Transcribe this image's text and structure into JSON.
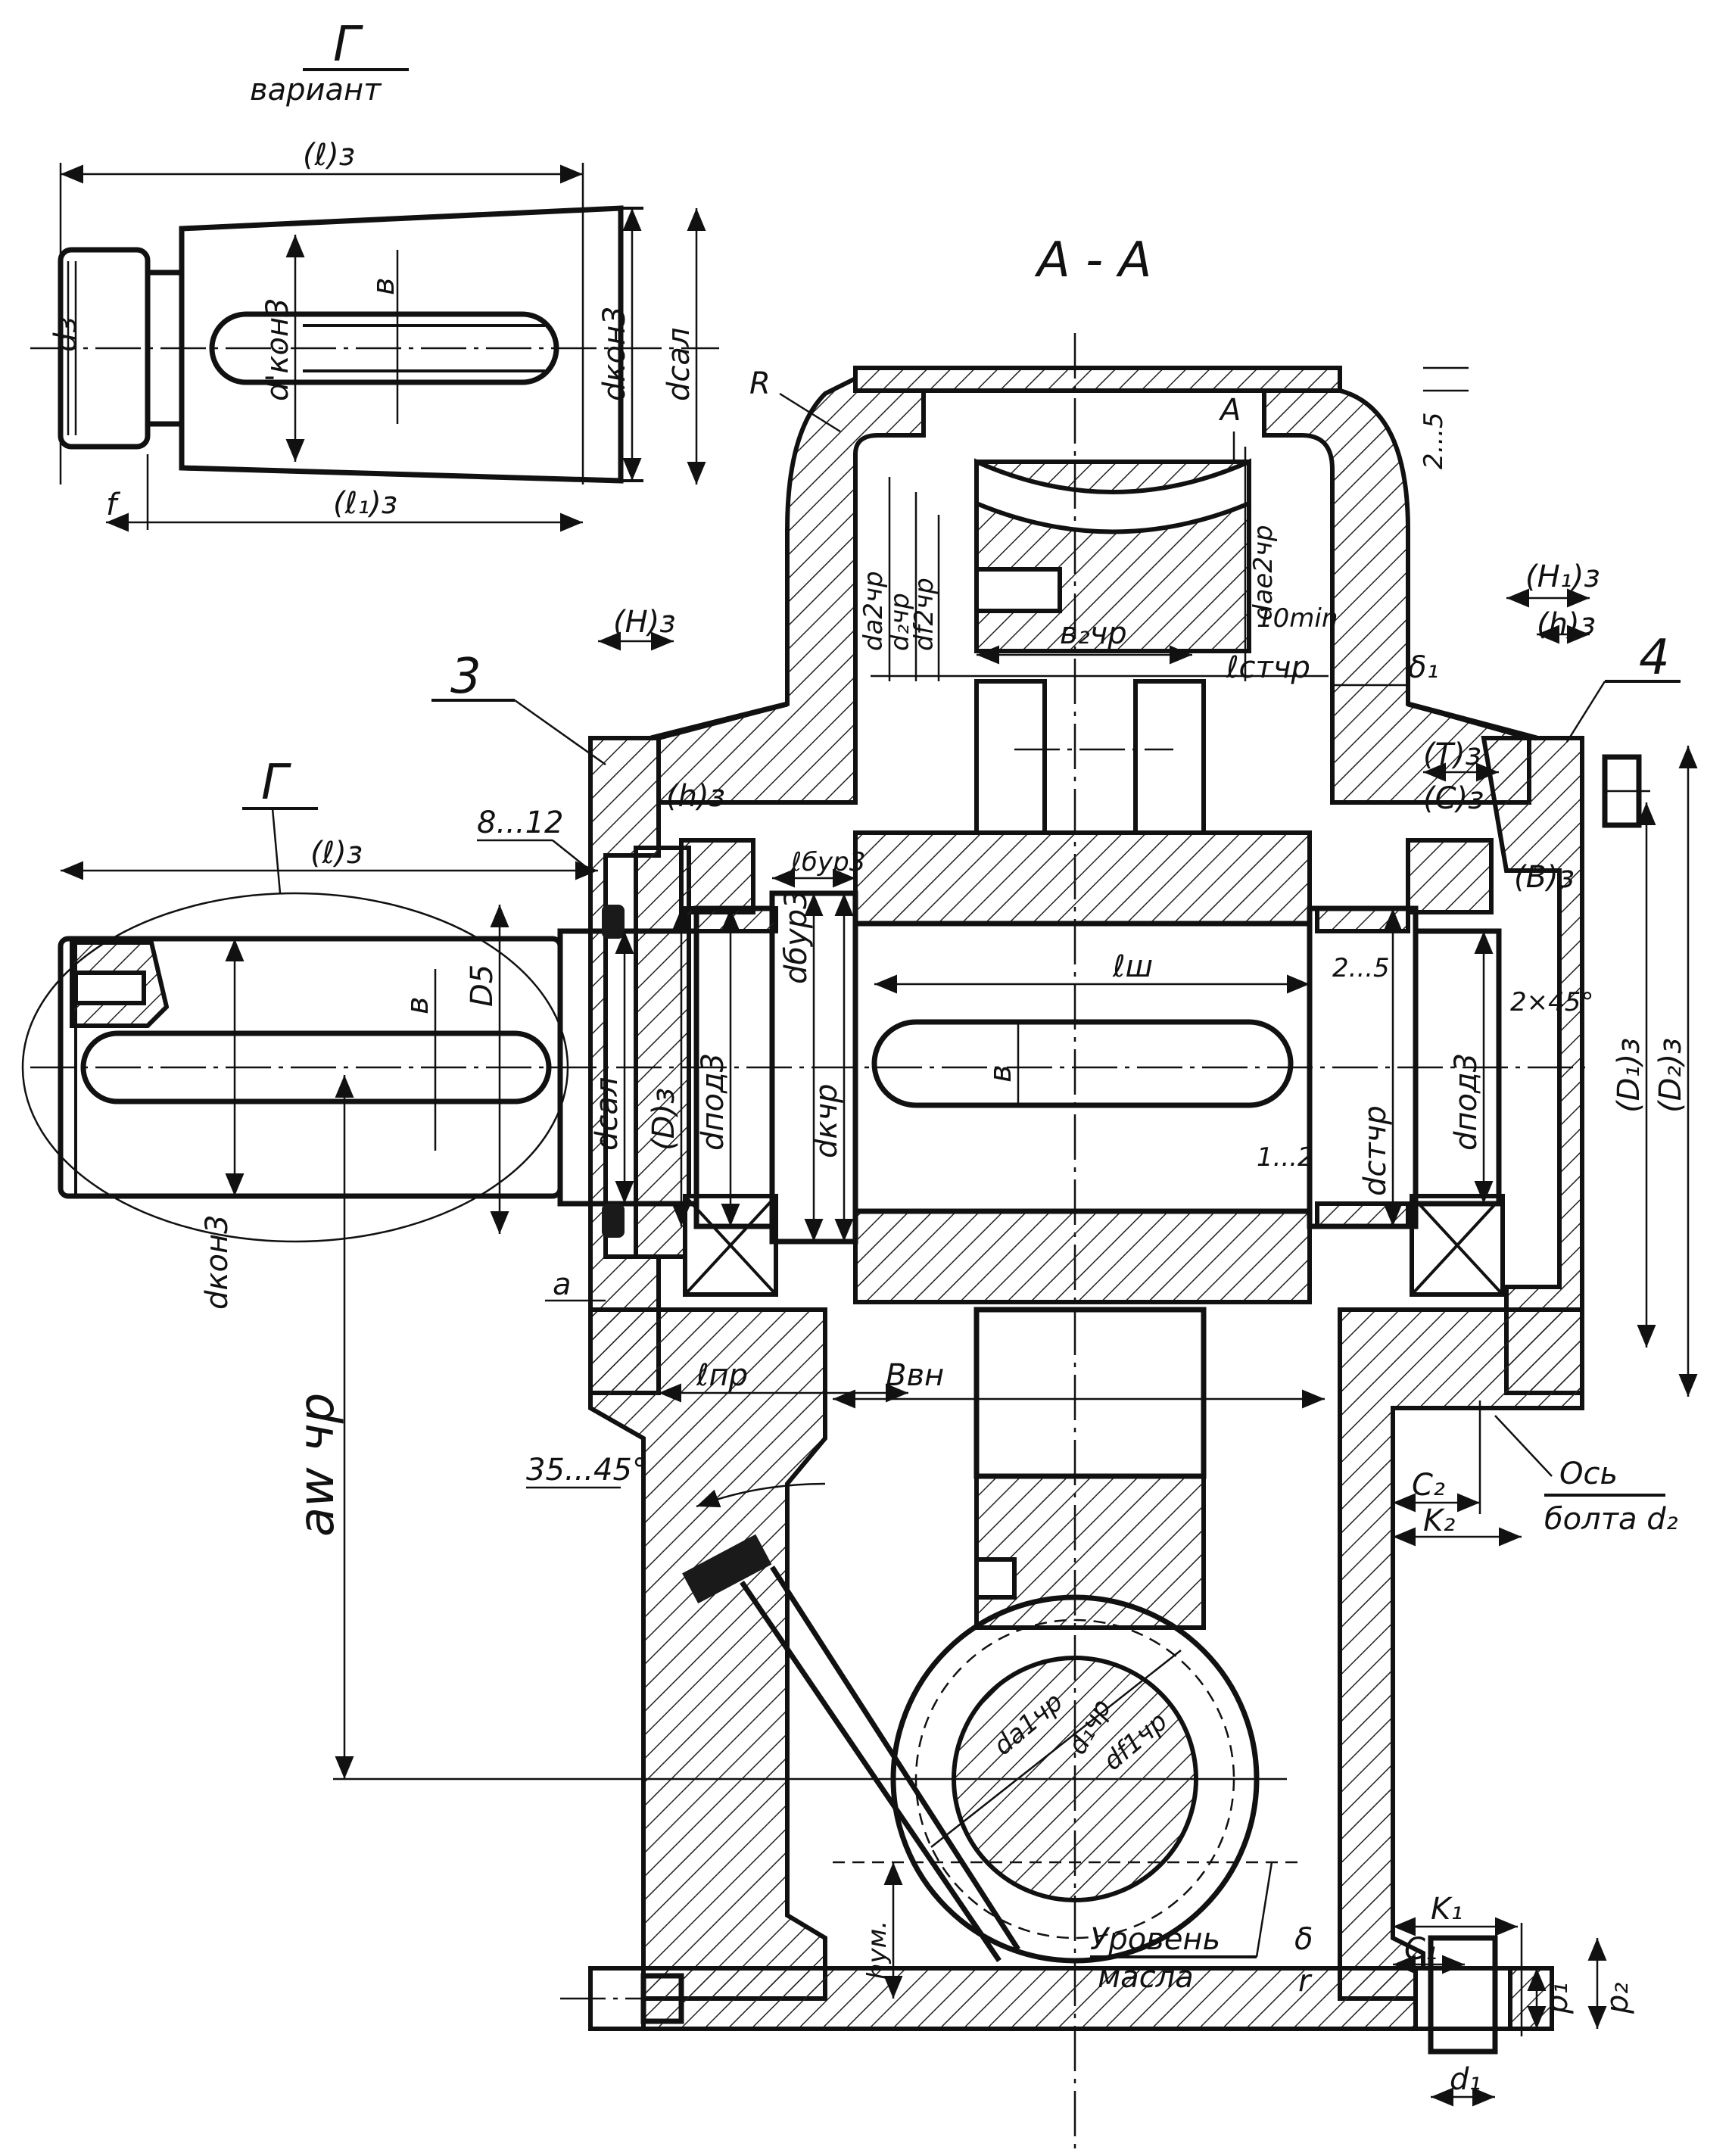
{
  "variant": {
    "letter": "Г",
    "word": "вариант"
  },
  "section_title": "А - А",
  "part_numbers": {
    "p3": "3",
    "p4": "4",
    "pG": "Г"
  },
  "labels": {
    "l3": "(ℓ)з",
    "l1_3": "(ℓ₁)з",
    "f": "f",
    "d3": "dз",
    "d_kon3_prime": "d'кон3",
    "b": "в",
    "d_kon3": "dкон3",
    "d_sal": "dсал",
    "R": "R",
    "A": "A",
    "dim_2_5": "2...5",
    "d_ae2chr": "dае2чр",
    "d_a2chr": "dа2чр",
    "d_2chr": "d₂чр",
    "d_f2chr": "df2чр",
    "b_2chr": "в₂чр",
    "min10": "10min",
    "l_stchr": "ℓстчр",
    "delta1": "δ₁",
    "H3": "(H)з",
    "H1_3": "(H₁)з",
    "h3": "(h)з",
    "h3_left": "(h)з",
    "T3": "(T)з",
    "C3": "(C)з",
    "B3": "(B)з",
    "dim_8_12": "8...12",
    "l3_shaft": "(ℓ)з",
    "l_bur3": "ℓбур3",
    "D5": "D5",
    "b_shaft": "в",
    "d_sal_shaft": "dсал",
    "D3": "(D)з",
    "d_pod3": "dпод3",
    "d_bur3": "dбур3",
    "d_kchr": "dкчр",
    "l_sh": "ℓш",
    "b_key": "в",
    "dim_2_5b": "2...5",
    "chamfer": "2×45°",
    "dim_1_2": "1...2",
    "d_stchr": "dстчр",
    "d_pod3_r": "dпод3",
    "D1_3": "(D₁)з",
    "D2_3": "(D₂)з",
    "a": "a",
    "d_kon3_shaft": "dкон3",
    "l_pr": "ℓпр",
    "B_vn": "Bвн",
    "a_wchr": "aw чр",
    "angle": "35...45°",
    "C2": "C₂",
    "K2": "K₂",
    "axis_bolt": "Ось",
    "bolt_d2": "болта d₂",
    "d_a1chr": "dа1чр",
    "d_1chr": "d₁чр",
    "d_f1chr": "df1чр",
    "K1": "K₁",
    "C1": "C₁",
    "delta": "δ",
    "h_um": "hум.",
    "oil_level_1": "Уровень",
    "oil_level_2": "масла",
    "r": "r",
    "p1": "p₁",
    "p2": "p₂",
    "d1": "d₁"
  }
}
